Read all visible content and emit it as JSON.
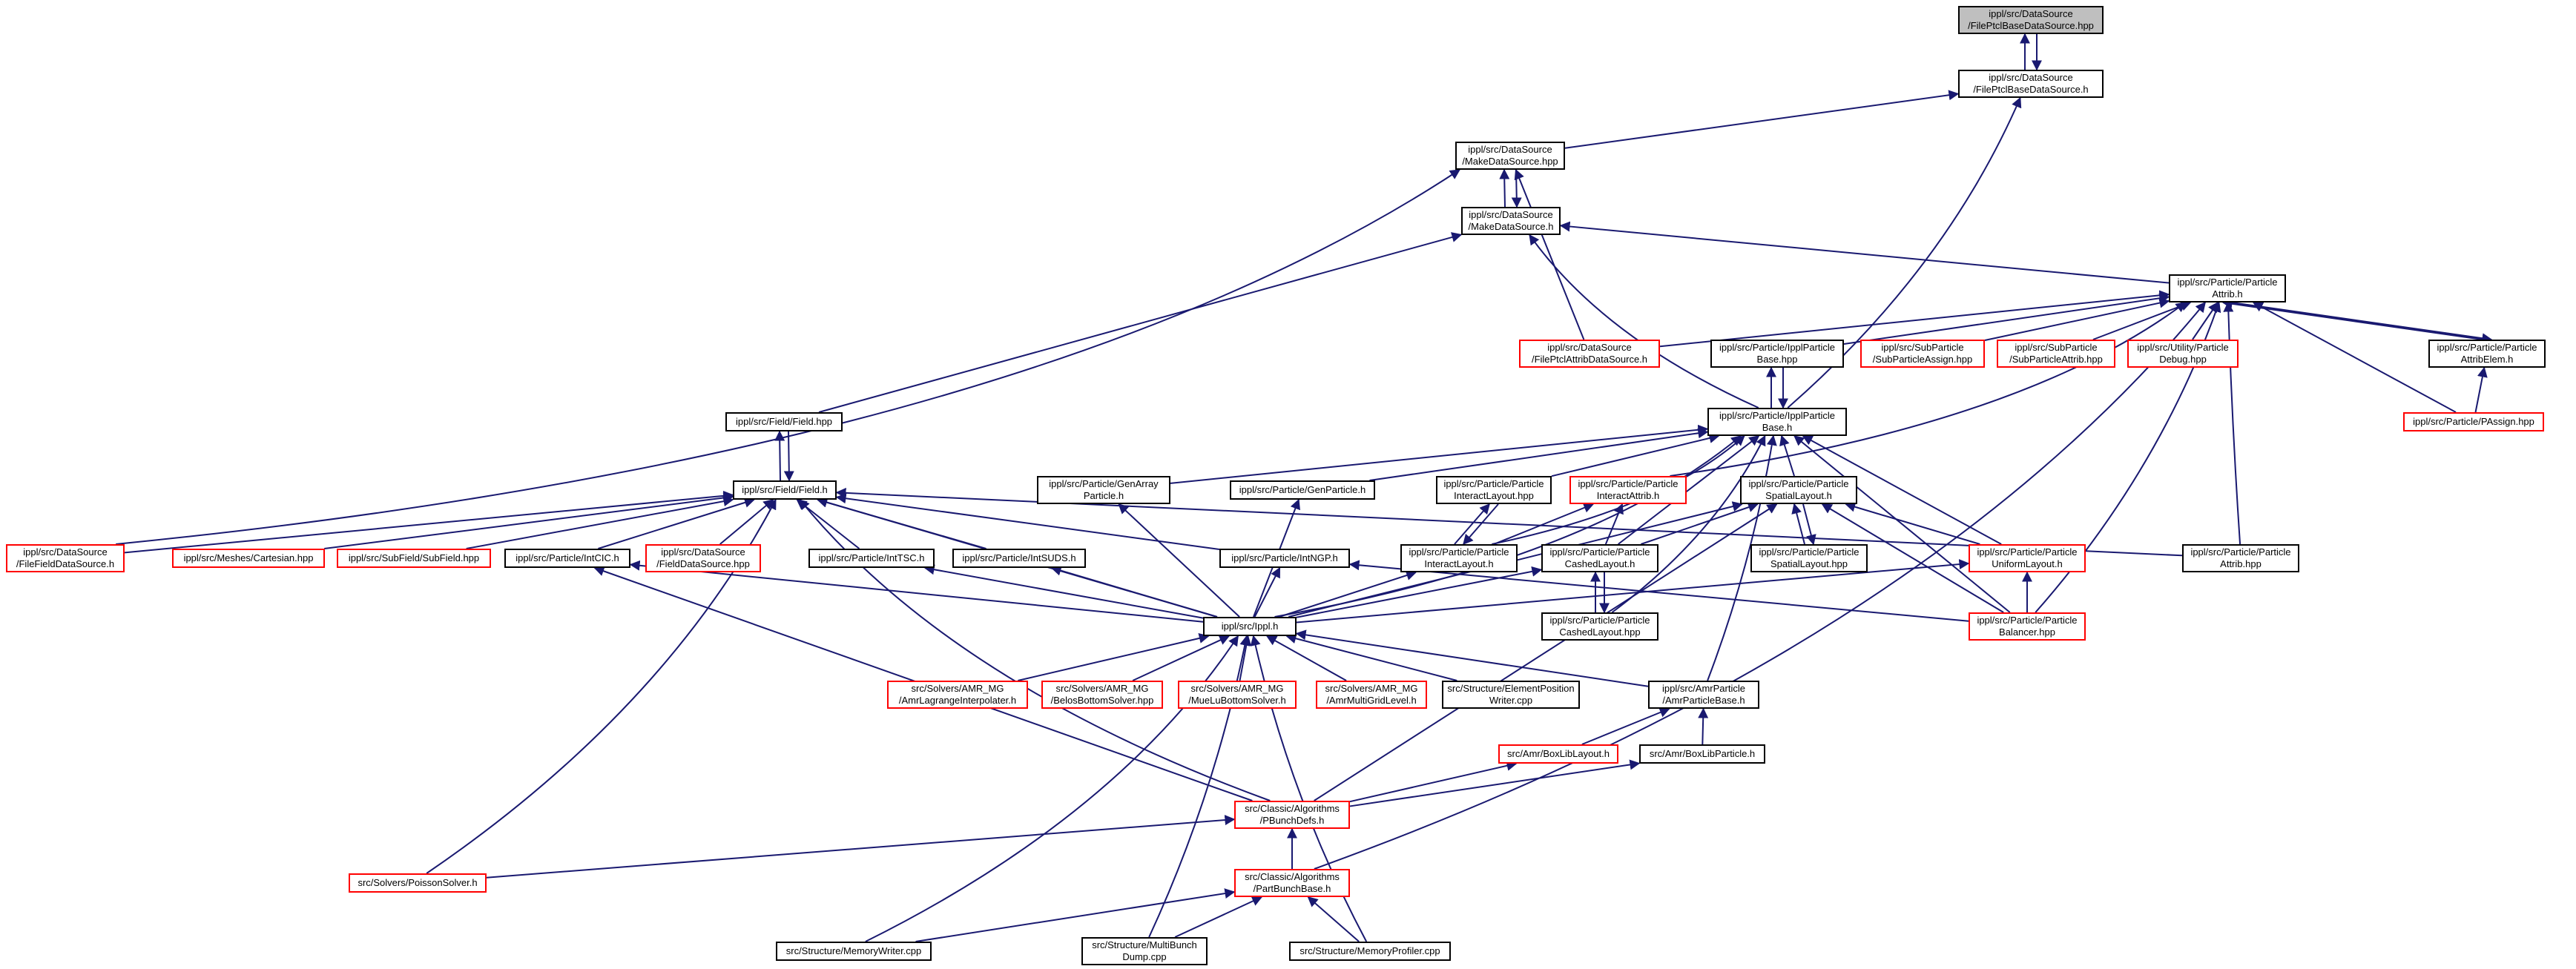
{
  "colors": {
    "edge": "#191970",
    "border": "#000000",
    "border_missing": "#ff0000",
    "root_fill": "#bfbfbf"
  },
  "nodes": [
    {
      "id": "n0",
      "label": "ippl/src/DataSource\n/FilePtclBaseDataSource.hpp",
      "style": "root"
    },
    {
      "id": "n1",
      "label": "ippl/src/DataSource\n/FilePtclBaseDataSource.h",
      "style": "normal"
    },
    {
      "id": "n2",
      "label": "ippl/src/DataSource\n/MakeDataSource.hpp",
      "style": "normal"
    },
    {
      "id": "n3",
      "label": "ippl/src/DataSource\n/MakeDataSource.h",
      "style": "normal"
    },
    {
      "id": "n4",
      "label": "ippl/src/Particle/Particle\nAttrib.h",
      "style": "normal"
    },
    {
      "id": "n5",
      "label": "ippl/src/DataSource\n/FilePtclAttribDataSource.h",
      "style": "red"
    },
    {
      "id": "n6",
      "label": "ippl/src/Particle/IpplParticle\nBase.hpp",
      "style": "normal"
    },
    {
      "id": "n7",
      "label": "ippl/src/SubParticle\n/SubParticleAssign.hpp",
      "style": "red"
    },
    {
      "id": "n8",
      "label": "ippl/src/SubParticle\n/SubParticleAttrib.hpp",
      "style": "red"
    },
    {
      "id": "n9",
      "label": "ippl/src/Utility/Particle\nDebug.hpp",
      "style": "red"
    },
    {
      "id": "n10",
      "label": "ippl/src/Particle/Particle\nAttribElem.h",
      "style": "normal"
    },
    {
      "id": "n11",
      "label": "ippl/src/Particle/PAssign.hpp",
      "style": "red"
    },
    {
      "id": "n12",
      "label": "ippl/src/Field/Field.hpp",
      "style": "normal"
    },
    {
      "id": "n13",
      "label": "ippl/src/Particle/IpplParticle\nBase.h",
      "style": "normal"
    },
    {
      "id": "n14",
      "label": "ippl/src/Field/Field.h",
      "style": "normal"
    },
    {
      "id": "n15",
      "label": "ippl/src/Particle/GenArray\nParticle.h",
      "style": "normal"
    },
    {
      "id": "n16",
      "label": "ippl/src/Particle/GenParticle.h",
      "style": "normal"
    },
    {
      "id": "n17",
      "label": "ippl/src/Particle/Particle\nInteractLayout.hpp",
      "style": "normal"
    },
    {
      "id": "n18",
      "label": "ippl/src/Particle/Particle\nInteractAttrib.h",
      "style": "red"
    },
    {
      "id": "n19",
      "label": "ippl/src/Particle/Particle\nSpatialLayout.h",
      "style": "normal"
    },
    {
      "id": "n20",
      "label": "ippl/src/DataSource\n/FileFieldDataSource.h",
      "style": "red"
    },
    {
      "id": "n21",
      "label": "ippl/src/Meshes/Cartesian.hpp",
      "style": "red"
    },
    {
      "id": "n22",
      "label": "ippl/src/SubField/SubField.hpp",
      "style": "red"
    },
    {
      "id": "n23",
      "label": "ippl/src/Particle/IntCIC.h",
      "style": "normal"
    },
    {
      "id": "n24",
      "label": "ippl/src/DataSource\n/FieldDataSource.hpp",
      "style": "red"
    },
    {
      "id": "n25",
      "label": "ippl/src/Particle/IntTSC.h",
      "style": "normal"
    },
    {
      "id": "n26",
      "label": "ippl/src/Particle/IntSUDS.h",
      "style": "normal"
    },
    {
      "id": "n27",
      "label": "ippl/src/Particle/IntNGP.h",
      "style": "normal"
    },
    {
      "id": "n28",
      "label": "ippl/src/Particle/Particle\nInteractLayout.h",
      "style": "normal"
    },
    {
      "id": "n29",
      "label": "ippl/src/Particle/Particle\nCashedLayout.h",
      "style": "normal"
    },
    {
      "id": "n30",
      "label": "ippl/src/Particle/Particle\nSpatialLayout.hpp",
      "style": "normal"
    },
    {
      "id": "n31",
      "label": "ippl/src/Particle/Particle\nUniformLayout.h",
      "style": "red"
    },
    {
      "id": "n32",
      "label": "ippl/src/Particle/Particle\nAttrib.hpp",
      "style": "normal"
    },
    {
      "id": "n33",
      "label": "ippl/src/Particle/Particle\nCashedLayout.hpp",
      "style": "normal"
    },
    {
      "id": "n34",
      "label": "ippl/src/Particle/Particle\nBalancer.hpp",
      "style": "red"
    },
    {
      "id": "n35",
      "label": "ippl/src/Ippl.h",
      "style": "normal"
    },
    {
      "id": "n36",
      "label": "src/Solvers/AMR_MG\n/AmrLagrangeInterpolater.h",
      "style": "red"
    },
    {
      "id": "n37",
      "label": "src/Solvers/AMR_MG\n/BelosBottomSolver.hpp",
      "style": "red"
    },
    {
      "id": "n38",
      "label": "src/Solvers/AMR_MG\n/MueLuBottomSolver.h",
      "style": "red"
    },
    {
      "id": "n39",
      "label": "src/Solvers/AMR_MG\n/AmrMultiGridLevel.h",
      "style": "red"
    },
    {
      "id": "n40",
      "label": "src/Structure/ElementPosition\nWriter.cpp",
      "style": "normal"
    },
    {
      "id": "n41",
      "label": "ippl/src/AmrParticle\n/AmrParticleBase.h",
      "style": "normal"
    },
    {
      "id": "n42",
      "label": "src/Amr/BoxLibLayout.h",
      "style": "red"
    },
    {
      "id": "n43",
      "label": "src/Amr/BoxLibParticle.h",
      "style": "normal"
    },
    {
      "id": "n44",
      "label": "src/Classic/Algorithms\n/PBunchDefs.h",
      "style": "red"
    },
    {
      "id": "n45",
      "label": "src/Solvers/PoissonSolver.h",
      "style": "red"
    },
    {
      "id": "n46",
      "label": "src/Classic/Algorithms\n/PartBunchBase.h",
      "style": "red"
    },
    {
      "id": "n47",
      "label": "src/Structure/MemoryWriter.cpp",
      "style": "normal"
    },
    {
      "id": "n48",
      "label": "src/Structure/MultiBunch\nDump.cpp",
      "style": "normal"
    },
    {
      "id": "n49",
      "label": "src/Structure/MemoryProfiler.cpp",
      "style": "normal"
    }
  ]
}
